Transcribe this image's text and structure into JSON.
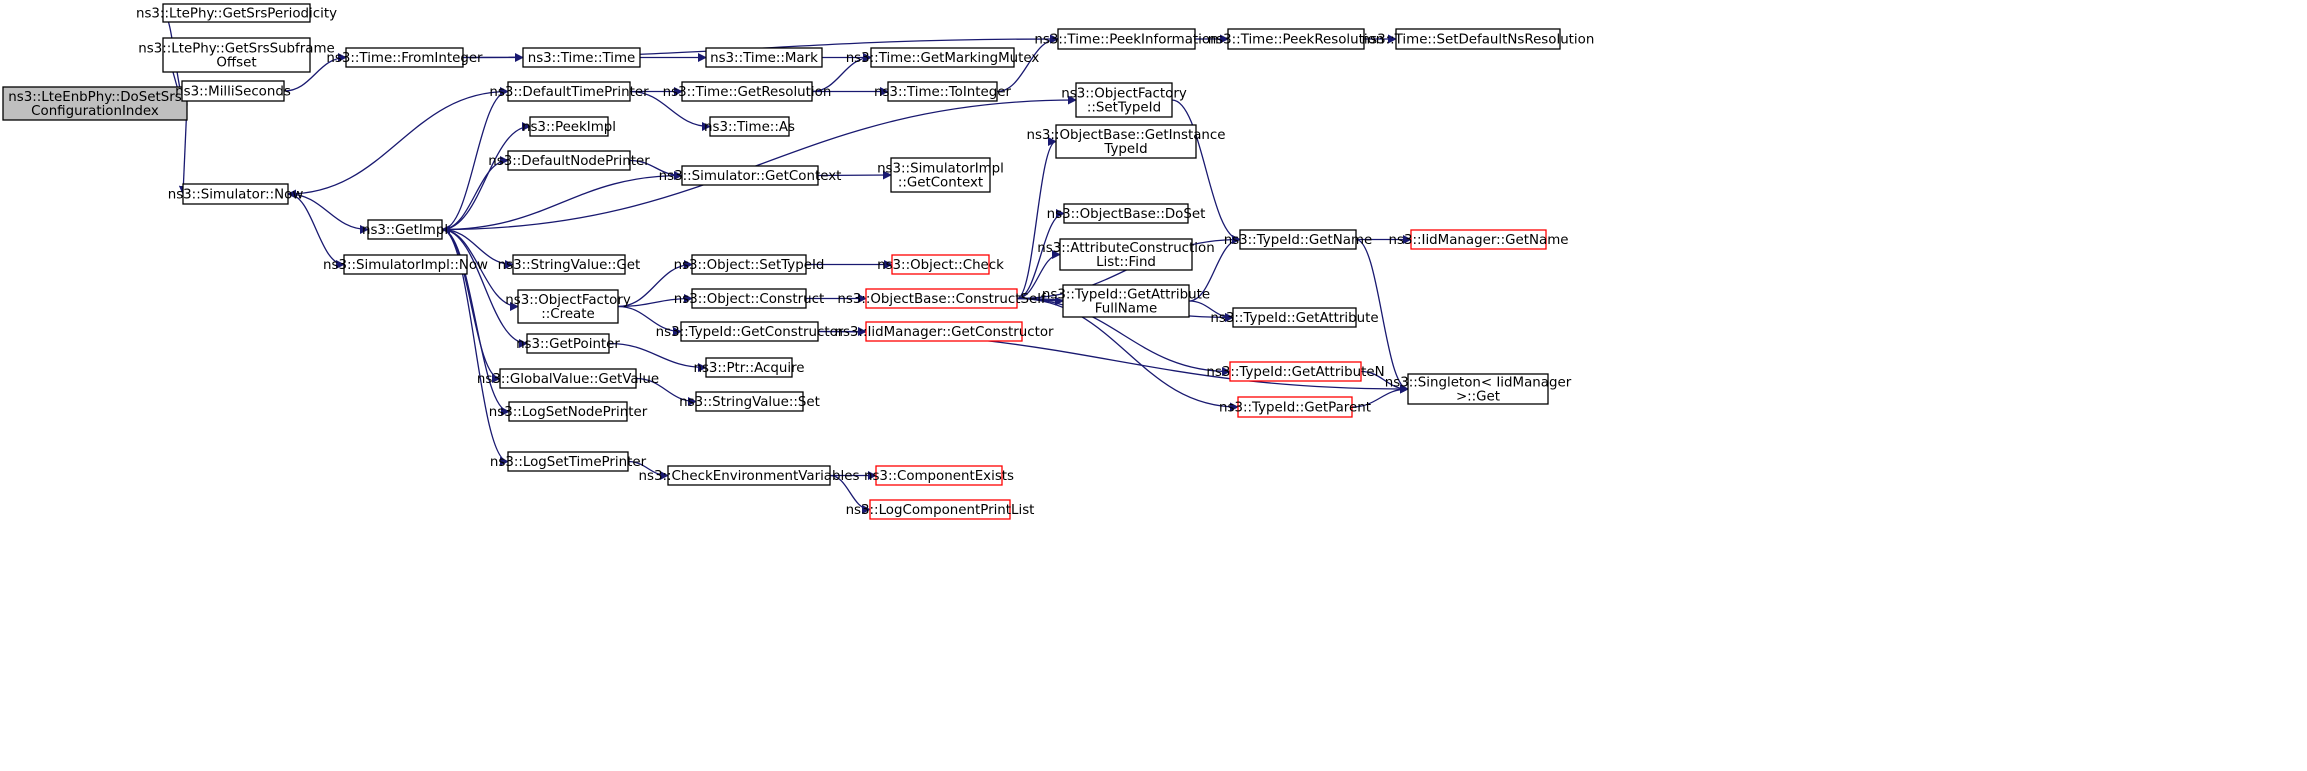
{
  "graph": {
    "nodes": [
      {
        "id": "root",
        "lines": [
          "ns3::LteEnbPhy::DoSetSrs",
          "ConfigurationIndex"
        ],
        "style": "root"
      },
      {
        "id": "srsperiod",
        "lines": [
          "ns3::LtePhy::GetSrsPeriodicity"
        ]
      },
      {
        "id": "srssub",
        "lines": [
          "ns3::LtePhy::GetSrsSubframe",
          "Offset"
        ]
      },
      {
        "id": "milli",
        "lines": [
          "ns3::MilliSeconds"
        ]
      },
      {
        "id": "simnow",
        "lines": [
          "ns3::Simulator::Now"
        ]
      },
      {
        "id": "fromint",
        "lines": [
          "ns3::Time::FromInteger"
        ]
      },
      {
        "id": "time",
        "lines": [
          "ns3::Time::Time"
        ]
      },
      {
        "id": "mark",
        "lines": [
          "ns3::Time::Mark"
        ]
      },
      {
        "id": "mutex",
        "lines": [
          "ns3::Time::GetMarkingMutex"
        ]
      },
      {
        "id": "peekinfo",
        "lines": [
          "ns3::Time::PeekInformation"
        ]
      },
      {
        "id": "peekres",
        "lines": [
          "ns3::Time::PeekResolution"
        ]
      },
      {
        "id": "setdef",
        "lines": [
          "ns3::Time::SetDefaultNsResolution"
        ]
      },
      {
        "id": "deftp",
        "lines": [
          "ns3::DefaultTimePrinter"
        ]
      },
      {
        "id": "getres",
        "lines": [
          "ns3::Time::GetResolution"
        ]
      },
      {
        "id": "toint",
        "lines": [
          "ns3::Time::ToInteger"
        ]
      },
      {
        "id": "as",
        "lines": [
          "ns3::Time::As"
        ]
      },
      {
        "id": "peekimpl",
        "lines": [
          "ns3::PeekImpl"
        ]
      },
      {
        "id": "defnp",
        "lines": [
          "ns3::DefaultNodePrinter"
        ]
      },
      {
        "id": "simctx",
        "lines": [
          "ns3::Simulator::GetContext"
        ]
      },
      {
        "id": "simimplctx",
        "lines": [
          "ns3::SimulatorImpl",
          "::GetContext"
        ]
      },
      {
        "id": "getimpl",
        "lines": [
          "ns3::GetImpl"
        ]
      },
      {
        "id": "simimplnow",
        "lines": [
          "ns3::SimulatorImpl::Now"
        ]
      },
      {
        "id": "strget",
        "lines": [
          "ns3::StringValue::Get"
        ]
      },
      {
        "id": "ofcreate",
        "lines": [
          "ns3::ObjectFactory",
          "::Create"
        ]
      },
      {
        "id": "objsettid",
        "lines": [
          "ns3::Object::SetTypeId"
        ]
      },
      {
        "id": "objcheck",
        "lines": [
          "ns3::Object::Check"
        ],
        "style": "red"
      },
      {
        "id": "objconstruct",
        "lines": [
          "ns3::Object::Construct"
        ]
      },
      {
        "id": "constructself",
        "lines": [
          "ns3::ObjectBase::ConstructSelf"
        ],
        "style": "red"
      },
      {
        "id": "tidgetctor",
        "lines": [
          "ns3::TypeId::GetConstructor"
        ]
      },
      {
        "id": "iidgetctor",
        "lines": [
          "ns3::IidManager::GetConstructor"
        ],
        "style": "red"
      },
      {
        "id": "getptr",
        "lines": [
          "ns3::GetPointer"
        ]
      },
      {
        "id": "ptracq",
        "lines": [
          "ns3::Ptr::Acquire"
        ]
      },
      {
        "id": "gvget",
        "lines": [
          "ns3::GlobalValue::GetValue"
        ]
      },
      {
        "id": "strset",
        "lines": [
          "ns3::StringValue::Set"
        ]
      },
      {
        "id": "lognp",
        "lines": [
          "ns3::LogSetNodePrinter"
        ]
      },
      {
        "id": "logtp",
        "lines": [
          "ns3::LogSetTimePrinter"
        ]
      },
      {
        "id": "checkenv",
        "lines": [
          "ns3::CheckEnvironmentVariables"
        ]
      },
      {
        "id": "compexists",
        "lines": [
          "ns3::ComponentExists"
        ],
        "style": "red"
      },
      {
        "id": "logprint",
        "lines": [
          "ns3::LogComponentPrintList"
        ],
        "style": "red"
      },
      {
        "id": "ofsettid",
        "lines": [
          "ns3::ObjectFactory",
          "::SetTypeId"
        ]
      },
      {
        "id": "obgetinst",
        "lines": [
          "ns3::ObjectBase::GetInstance",
          "TypeId"
        ]
      },
      {
        "id": "obdoset",
        "lines": [
          "ns3::ObjectBase::DoSet"
        ]
      },
      {
        "id": "acfind",
        "lines": [
          "ns3::AttributeConstruction",
          "List::Find"
        ]
      },
      {
        "id": "tidattrfull",
        "lines": [
          "ns3::TypeId::GetAttribute",
          "FullName"
        ]
      },
      {
        "id": "tidgetname",
        "lines": [
          "ns3::TypeId::GetName"
        ]
      },
      {
        "id": "iidgetname",
        "lines": [
          "ns3::IidManager::GetName"
        ],
        "style": "red"
      },
      {
        "id": "tidgetattr",
        "lines": [
          "ns3::TypeId::GetAttribute"
        ]
      },
      {
        "id": "tidattrn",
        "lines": [
          "ns3::TypeId::GetAttributeN"
        ],
        "style": "red"
      },
      {
        "id": "tidparent",
        "lines": [
          "ns3::TypeId::GetParent"
        ],
        "style": "red"
      },
      {
        "id": "singleton",
        "lines": [
          "ns3::Singleton< IidManager",
          " >::Get"
        ]
      }
    ],
    "edges": [
      [
        "root",
        "srsperiod"
      ],
      [
        "root",
        "srssub"
      ],
      [
        "root",
        "milli"
      ],
      [
        "root",
        "simnow"
      ],
      [
        "milli",
        "fromint"
      ],
      [
        "fromint",
        "time"
      ],
      [
        "fromint",
        "peekinfo"
      ],
      [
        "time",
        "mark"
      ],
      [
        "mark",
        "mutex"
      ],
      [
        "peekinfo",
        "peekres"
      ],
      [
        "peekres",
        "setdef"
      ],
      [
        "simnow",
        "getimpl"
      ],
      [
        "simnow",
        "simimplnow"
      ],
      [
        "deftp",
        "simnow"
      ],
      [
        "deftp",
        "getres"
      ],
      [
        "deftp",
        "as"
      ],
      [
        "getres",
        "mutex"
      ],
      [
        "getres",
        "toint"
      ],
      [
        "toint",
        "peekinfo"
      ],
      [
        "getimpl",
        "deftp"
      ],
      [
        "getimpl",
        "peekimpl"
      ],
      [
        "getimpl",
        "defnp"
      ],
      [
        "getimpl",
        "strget"
      ],
      [
        "getimpl",
        "ofcreate"
      ],
      [
        "getimpl",
        "getptr"
      ],
      [
        "getimpl",
        "gvget"
      ],
      [
        "getimpl",
        "lognp"
      ],
      [
        "getimpl",
        "logtp"
      ],
      [
        "getimpl",
        "ofsettid"
      ],
      [
        "defnp",
        "simctx"
      ],
      [
        "simctx",
        "simimplctx"
      ],
      [
        "simctx",
        "getimpl"
      ],
      [
        "ofcreate",
        "objsettid"
      ],
      [
        "ofcreate",
        "objconstruct"
      ],
      [
        "ofcreate",
        "tidgetctor"
      ],
      [
        "objsettid",
        "objcheck"
      ],
      [
        "objconstruct",
        "constructself"
      ],
      [
        "tidgetctor",
        "iidgetctor"
      ],
      [
        "tidgetctor",
        "singleton"
      ],
      [
        "getptr",
        "ptracq"
      ],
      [
        "gvget",
        "strset"
      ],
      [
        "logtp",
        "checkenv"
      ],
      [
        "checkenv",
        "compexists"
      ],
      [
        "checkenv",
        "logprint"
      ],
      [
        "ofsettid",
        "tidgetname"
      ],
      [
        "constructself",
        "obgetinst"
      ],
      [
        "constructself",
        "obdoset"
      ],
      [
        "constructself",
        "acfind"
      ],
      [
        "constructself",
        "tidattrfull"
      ],
      [
        "constructself",
        "tidgetname"
      ],
      [
        "constructself",
        "tidgetattr"
      ],
      [
        "constructself",
        "tidattrn"
      ],
      [
        "constructself",
        "tidparent"
      ],
      [
        "tidattrfull",
        "tidgetname"
      ],
      [
        "tidattrfull",
        "tidgetattr"
      ],
      [
        "tidgetname",
        "iidgetname"
      ],
      [
        "tidgetname",
        "singleton"
      ],
      [
        "tidattrn",
        "singleton"
      ],
      [
        "tidparent",
        "singleton"
      ]
    ]
  }
}
